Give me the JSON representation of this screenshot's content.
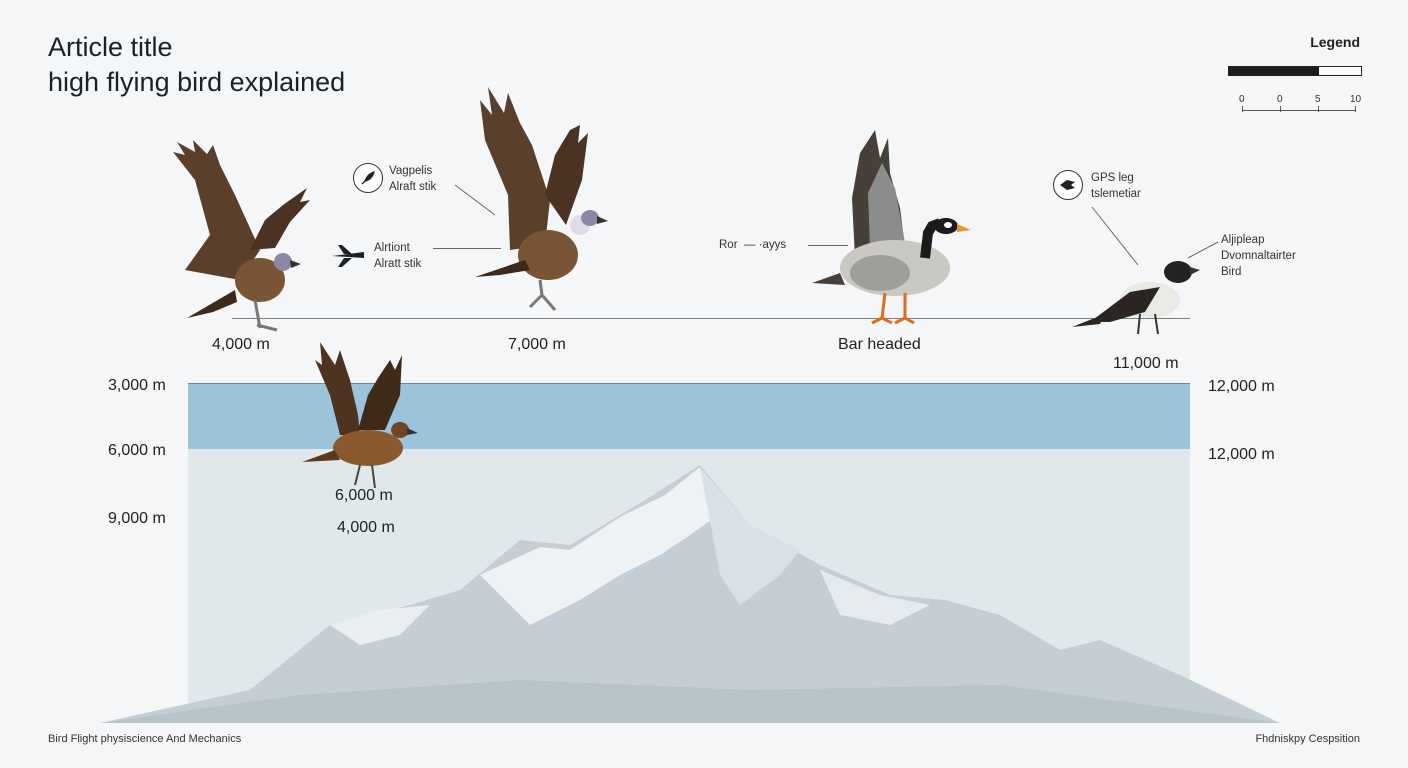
{
  "header": {
    "title_line1": "Article title",
    "title_line2": "high flying bird explained"
  },
  "legend": {
    "title": "Legend",
    "ticks": [
      "0",
      "0",
      "5",
      "10"
    ]
  },
  "birds": {
    "vulture_left": {
      "label": "4,000 m"
    },
    "vulture_right": {
      "label": "7,000 m"
    },
    "goose": {
      "label": "Bar headed"
    },
    "crow": {
      "label": "11,000 m"
    },
    "brown_bird": {
      "labels": [
        "6,000 m",
        "4,000 m"
      ]
    }
  },
  "annotations": {
    "vulture_note": [
      "Vagpelis",
      "Alraft stik"
    ],
    "airplane_note": [
      "Alrtiont",
      "Alratt stik"
    ],
    "goose_note": [
      "Ror",
      "—  ·ayys"
    ],
    "gps_note": [
      "GPS leg",
      "tslemetiar"
    ],
    "crow_note": [
      "Aljipleap",
      "Dvomnaltairter",
      "Bird"
    ]
  },
  "altitude_left": [
    "3,000 m",
    "6,000 m",
    "9,000 m"
  ],
  "altitude_right": [
    "12,000 m",
    "12,000 m"
  ],
  "footer": {
    "left": "Bird Flight physiscience And Mechanics",
    "right": "Fhdniskpy Cespsition"
  },
  "icons": {
    "airplane": "airplane-icon",
    "feather": "feather-icon",
    "gps": "gps-tag-icon"
  },
  "colors": {
    "band": "#9cc3d9",
    "panel": "#e1e8ec",
    "background": "#f4f6f7"
  }
}
